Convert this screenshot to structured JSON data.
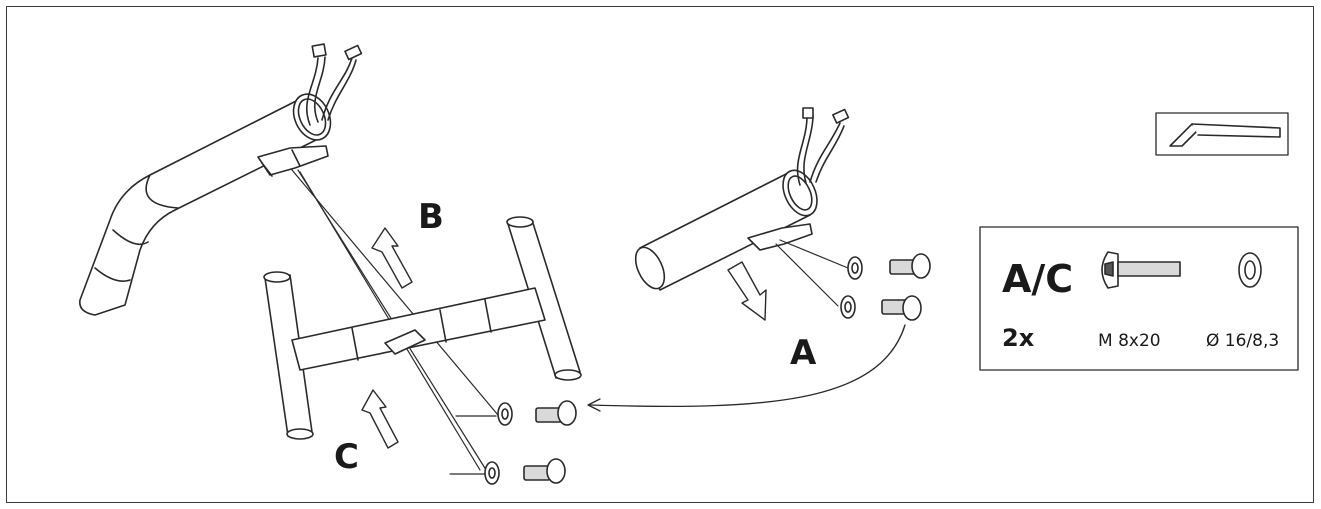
{
  "step_labels": {
    "a": "A",
    "b": "B",
    "c": "C"
  },
  "parts_box": {
    "heading": "A/C",
    "quantity": "2x",
    "bolt_spec": "M 8x20",
    "washer_spec": "Ø 16/8,3"
  },
  "tool_icon": "allen-key-icon",
  "colors": {
    "line": "#2a2a2a",
    "shade": "#d9d9d9",
    "fill": "#ffffff"
  }
}
